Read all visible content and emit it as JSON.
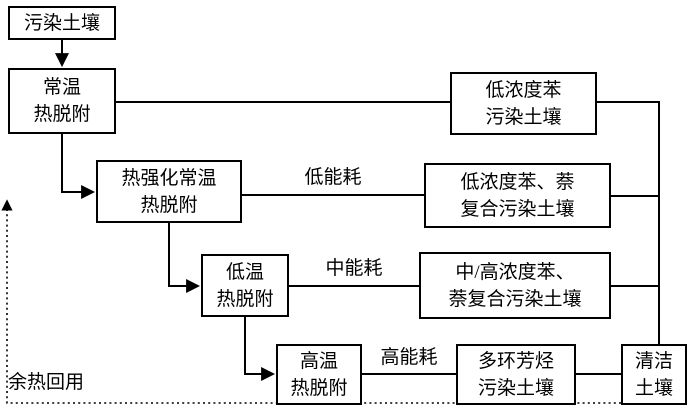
{
  "colors": {
    "stroke": "#000000",
    "text": "#000000",
    "node_background": "#ffffff",
    "page_background": "#ffffff"
  },
  "nodes": {
    "contaminated_soil": {
      "lines": [
        "污染土壤"
      ]
    },
    "ambient_thermal_desorption": {
      "lines": [
        "常温",
        "热脱附"
      ]
    },
    "low_benzene_contaminated_soil": {
      "lines": [
        "低浓度苯",
        "污染土壤"
      ]
    },
    "heat_enhanced_ambient_desorption": {
      "lines": [
        "热强化常温",
        "热脱附"
      ]
    },
    "low_benzene_naphthalene_soil": {
      "lines": [
        "低浓度苯、萘",
        "复合污染土壤"
      ]
    },
    "low_temperature_desorption": {
      "lines": [
        "低温",
        "热脱附"
      ]
    },
    "mid_high_benzene_naphthalene_soil": {
      "lines": [
        "中/高浓度苯、",
        "萘复合污染土壤"
      ]
    },
    "high_temperature_desorption": {
      "lines": [
        "高温",
        "热脱附"
      ]
    },
    "pah_contaminated_soil": {
      "lines": [
        "多环芳烃",
        "污染土壤"
      ]
    },
    "clean_soil": {
      "lines": [
        "清洁",
        "土壤"
      ]
    }
  },
  "edge_labels": {
    "low_energy": "低能耗",
    "medium_energy": "中能耗",
    "high_energy": "高能耗",
    "waste_heat_reuse": "余热回用"
  }
}
